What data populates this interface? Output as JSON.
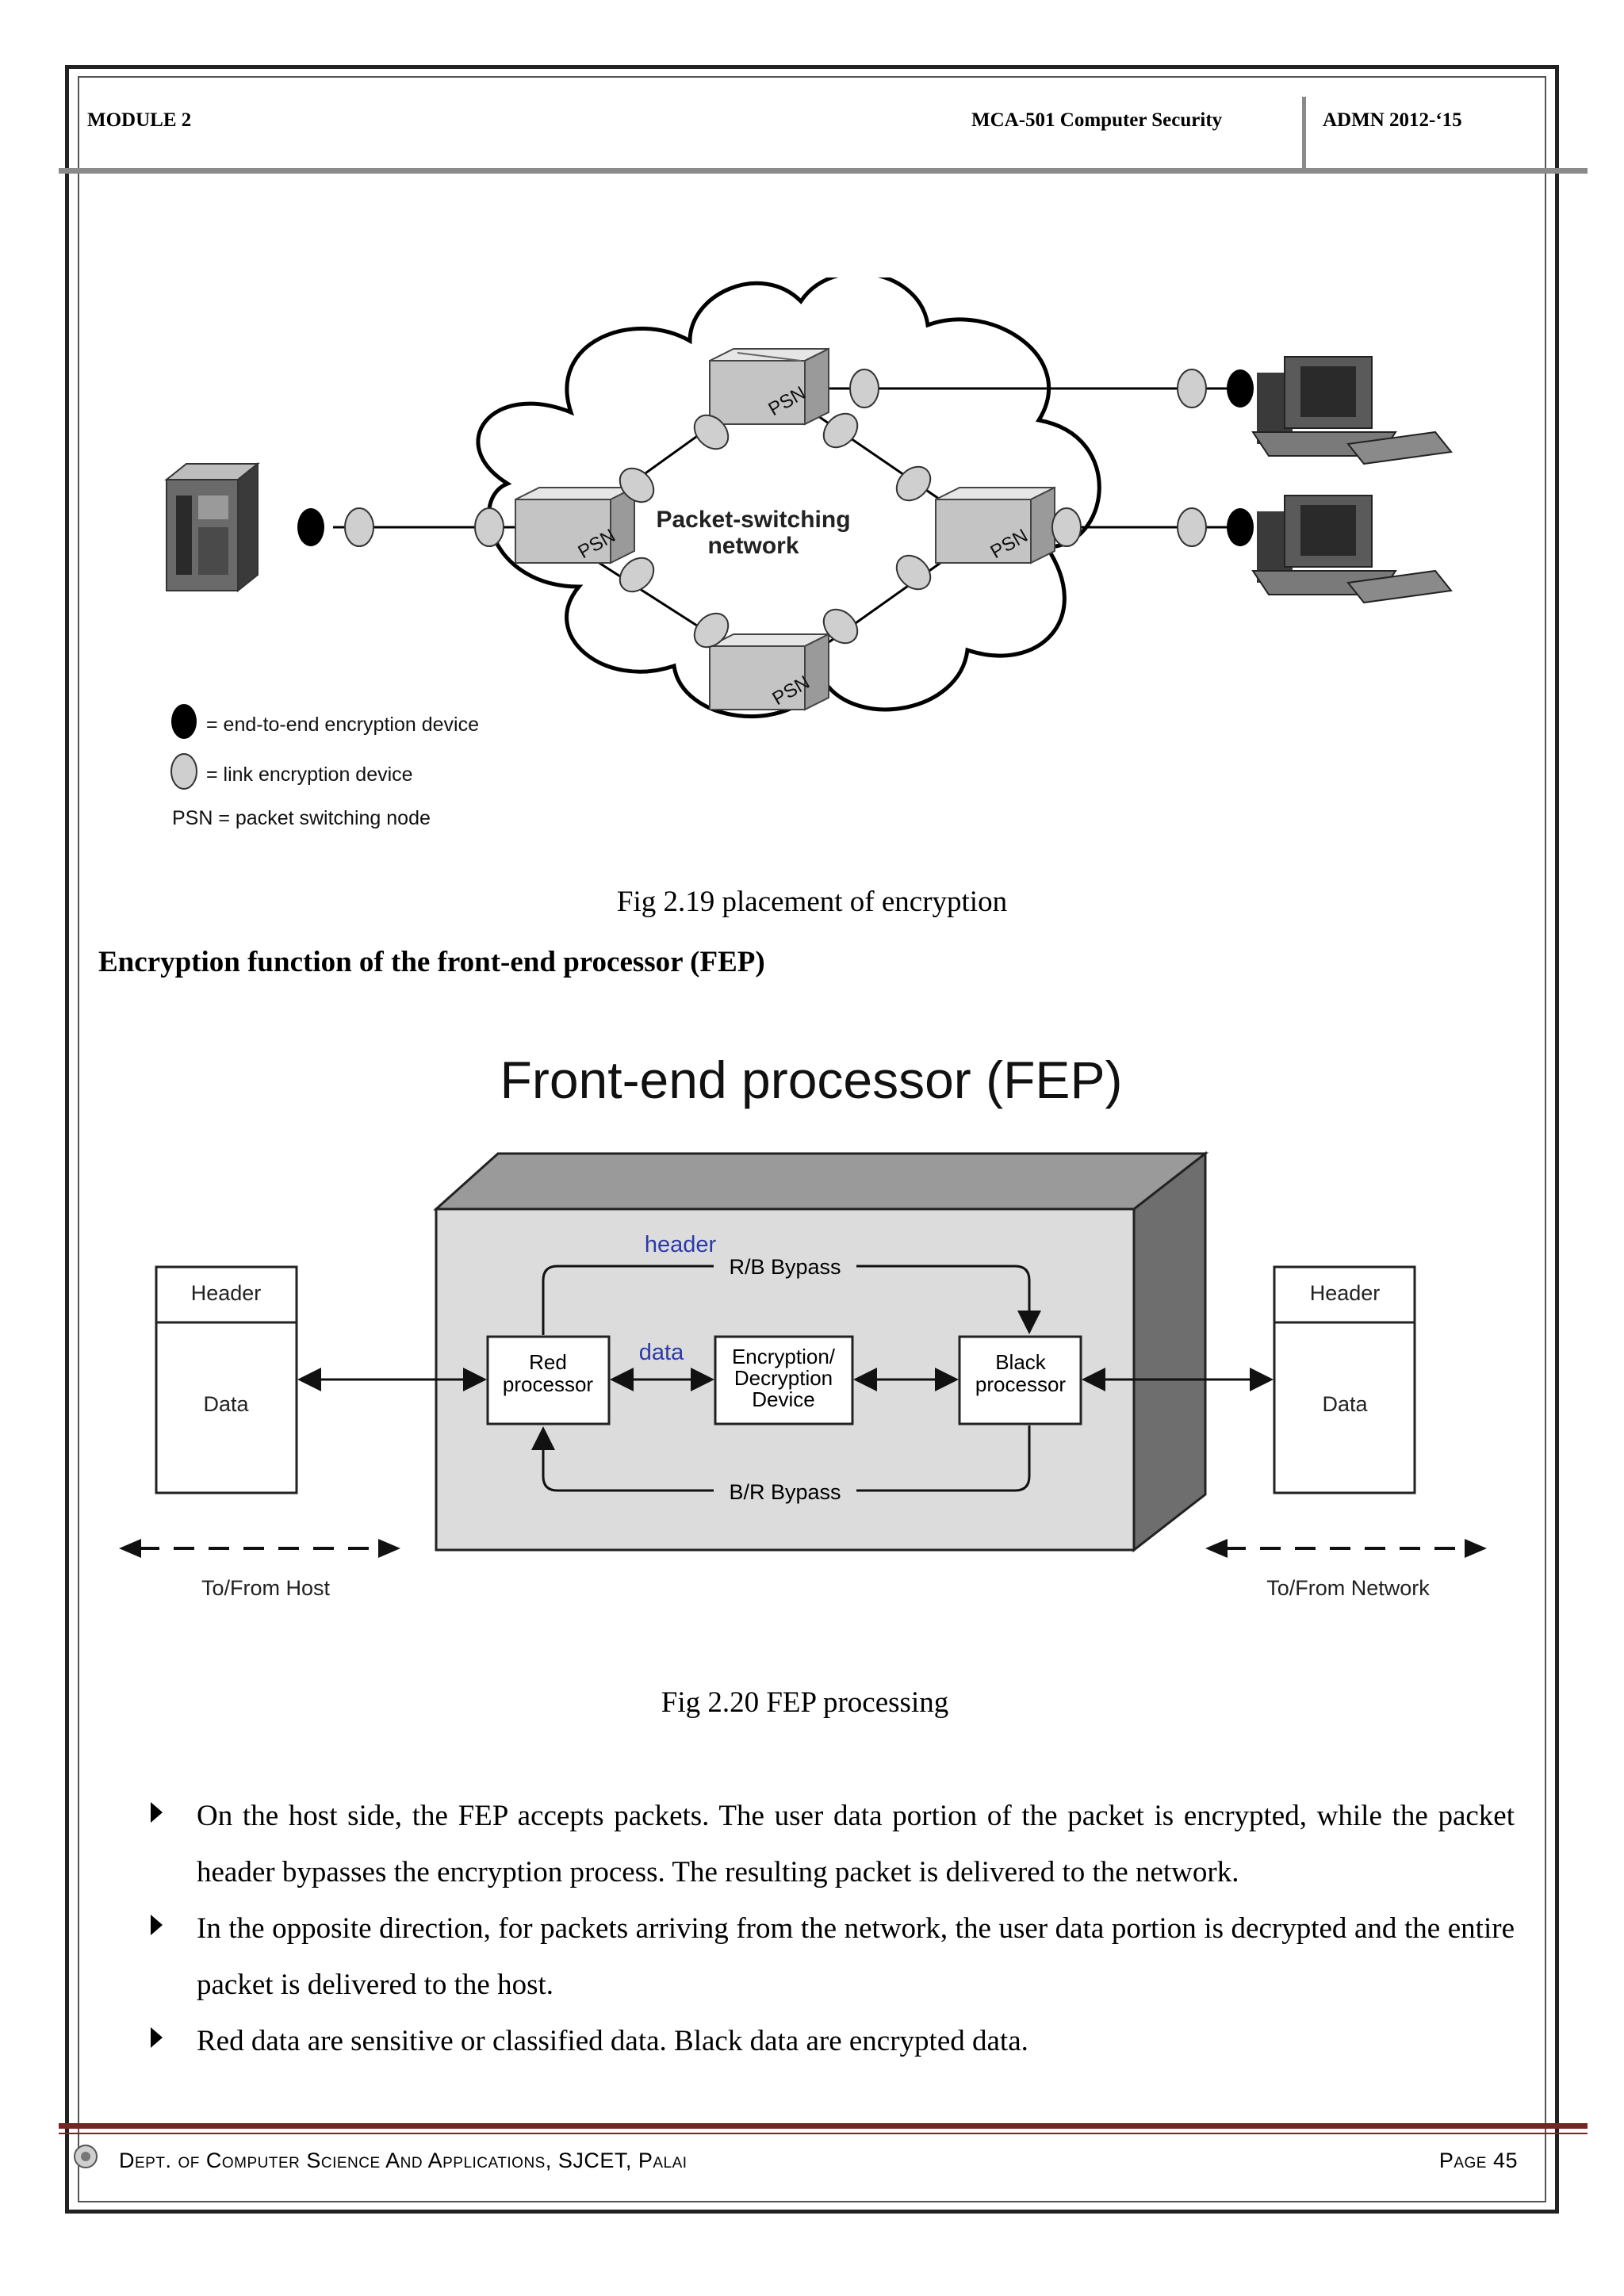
{
  "header": {
    "module": "MODULE  2",
    "course": "MCA-501  Computer Security",
    "admn": "ADMN 2012-‘15"
  },
  "figure1": {
    "network_label_line1": "Packet-switching",
    "network_label_line2": "network",
    "node_label": "PSN",
    "legend": {
      "end_to_end": "= end-to-end encryption device",
      "link": "= link encryption device",
      "psn": "PSN = packet switching node"
    },
    "caption": "Fig 2.19 placement of encryption"
  },
  "section_heading": "Encryption function of the front-end processor (FEP)",
  "figure2": {
    "title": "Front-end processor (FEP)",
    "left_box": {
      "header": "Header",
      "data": "Data"
    },
    "right_box": {
      "header": "Header",
      "data": "Data"
    },
    "header_label": "header",
    "data_label": "data",
    "rb_bypass": "R/B Bypass",
    "br_bypass": "B/R Bypass",
    "red_processor": [
      "Red",
      "processor"
    ],
    "encryption_device": [
      "Encryption/",
      "Decryption",
      "Device"
    ],
    "black_processor": [
      "Black",
      "processor"
    ],
    "to_from_host": "To/From Host",
    "to_from_network": "To/From Network",
    "caption": "Fig 2.20 FEP processing"
  },
  "bullets": [
    "On the host side, the FEP accepts packets. The user data portion of the packet is encrypted, while the packet header bypasses the encryption process. The resulting packet is delivered to the network.",
    "In the opposite direction, for packets arriving from the network, the user data portion is decrypted and the entire packet is delivered to the host.",
    "Red data are sensitive or classified data. Black data are encrypted data."
  ],
  "footer": {
    "dept": "Dept. of Computer Science And Applications, SJCET, Palai",
    "page": "Page 45"
  },
  "colors": {
    "footer_rule": "#7a2323",
    "header_rule": "#8a8a8a",
    "fep_label_blue": "#2b3aa8"
  }
}
